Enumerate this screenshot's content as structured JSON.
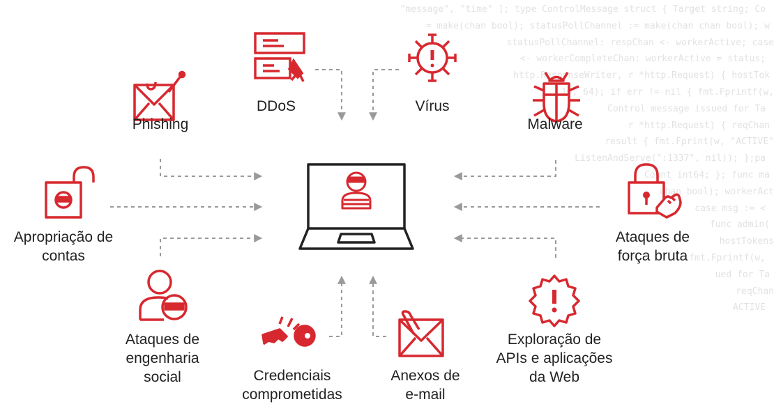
{
  "colors": {
    "accent": "#d7282f",
    "dark": "#222222",
    "connector": "#9a9a9a",
    "code_text": "#e2e2e2",
    "background": "#ffffff"
  },
  "center": {
    "icon": "laptop-hacker-icon"
  },
  "threats": [
    {
      "id": "ddos",
      "label": "DDoS",
      "icon": "ddos-server-icon"
    },
    {
      "id": "virus",
      "label": "Vírus",
      "icon": "virus-icon"
    },
    {
      "id": "phishing",
      "label": "Phishing",
      "icon": "phishing-envelope-icon"
    },
    {
      "id": "malware",
      "label": "Malware",
      "icon": "malware-bug-icon"
    },
    {
      "id": "account-takeover",
      "label": "Apropriação de\ncontas",
      "icon": "open-padlock-icon"
    },
    {
      "id": "brute-force",
      "label": "Ataques de\nforça bruta",
      "icon": "padlock-hand-icon"
    },
    {
      "id": "social-engineering",
      "label": "Ataques de\nengenharia\nsocial",
      "icon": "user-hacker-icon"
    },
    {
      "id": "compromised-credentials",
      "label": "Credenciais\ncomprometidas",
      "icon": "broken-key-icon"
    },
    {
      "id": "email-attachments",
      "label": "Anexos de\ne-mail",
      "icon": "email-attachment-icon"
    },
    {
      "id": "api-web-exploits",
      "label": "Exploração de\nAPIs e aplicações\nda Web",
      "icon": "alert-badge-icon"
    }
  ],
  "background_code": [
    "\"message\", \"time\" ]; type ControlMessage struct { Target string; Co",
    "= make(chan bool); statusPollChannel := make(chan chan bool); w",
    "statusPollChannel: respChan <- workerActive; case",
    "<- workerCompleteChan: workerActive = status;",
    "http.ResponseWriter, r *http.Request) { hostTok",
    "10, 64); if err != nil { fmt.Fprintf(w,",
    "Control message issued for Ta",
    "r *http.Request) { reqChan",
    "result { fmt.Fprint(w, \"ACTIVE\"",
    "ListenAndServe(\":1337\", nil)); };pa",
    "Count int64; }; func ma",
    "chan bool); workerAct",
    "case msg := <",
    "func admin(",
    "hostTokens",
    "fmt.Fprintf(w,",
    "ued for Ta",
    "reqChan",
    "ACTIVE"
  ]
}
